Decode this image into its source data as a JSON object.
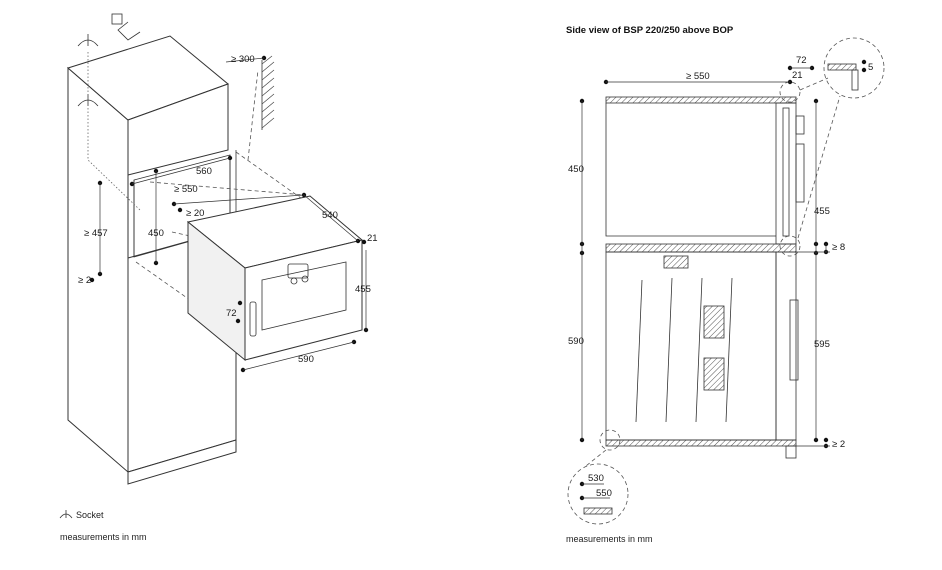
{
  "left_view": {
    "dims": {
      "d300": "≥ 300",
      "d560": "560",
      "d550": "≥ 550",
      "d20": "≥ 20",
      "d457": "≥ 457",
      "d450": "450",
      "d2": "≥ 2",
      "d540": "540",
      "d21": "21",
      "d455": "455",
      "d72": "72",
      "d590": "590"
    },
    "legend_socket": "Socket",
    "footnote": "measurements in mm"
  },
  "right_view": {
    "title": "Side view of BSP 220/250 above BOP",
    "dims": {
      "d72": "72",
      "d550": "≥ 550",
      "d21": "21",
      "d5": "5",
      "d450": "450",
      "d455": "455",
      "d8": "≥ 8",
      "d590": "590",
      "d595": "595",
      "d2": "≥ 2",
      "d530": "530",
      "d550b": "550"
    },
    "footnote": "measurements in mm"
  },
  "colors": {
    "line": "#333333",
    "hatch": "#555555",
    "shade": "#f1f1f1"
  }
}
